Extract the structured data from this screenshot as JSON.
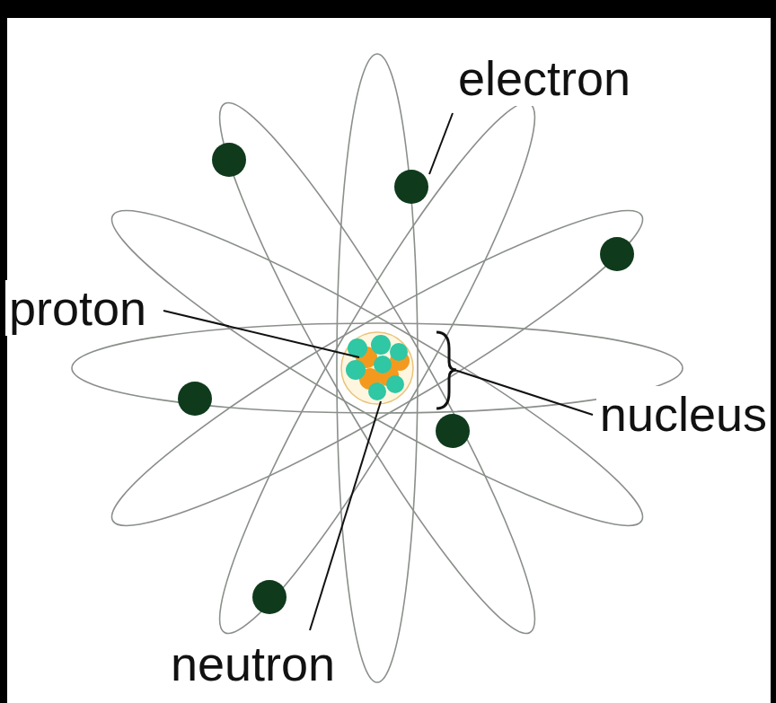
{
  "diagram": {
    "labels": [
      "electron",
      "proton",
      "nucleus",
      "neutron"
    ]
  }
}
